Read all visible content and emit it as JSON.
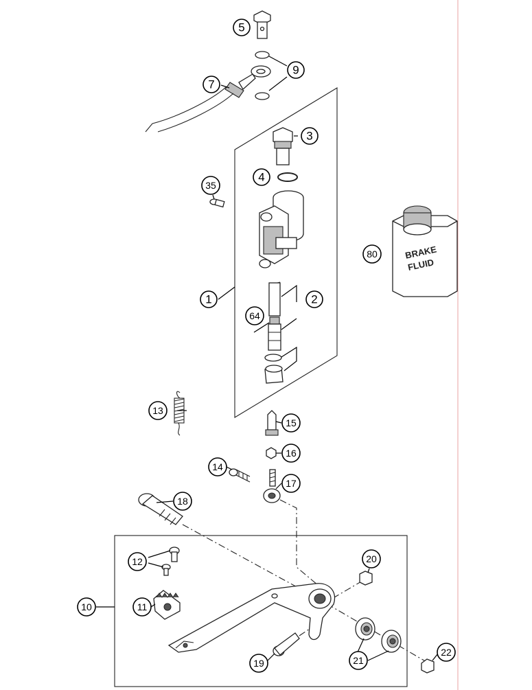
{
  "callouts": {
    "c1": "1",
    "c2": "2",
    "c3": "3",
    "c4": "4",
    "c5": "5",
    "c7": "7",
    "c9": "9",
    "c10": "10",
    "c11": "11",
    "c12": "12",
    "c13": "13",
    "c14": "14",
    "c15": "15",
    "c16": "16",
    "c17": "17",
    "c18": "18",
    "c19": "19",
    "c20": "20",
    "c21": "21",
    "c22": "22",
    "c35": "35",
    "c64": "64",
    "c80": "80"
  },
  "brake_fluid_label": {
    "line1": "BRAKE",
    "line2": "FLUID"
  },
  "colors": {
    "outline": "#222222",
    "shade": "#bdbdbd",
    "margin_line": "#e8a0a0"
  }
}
